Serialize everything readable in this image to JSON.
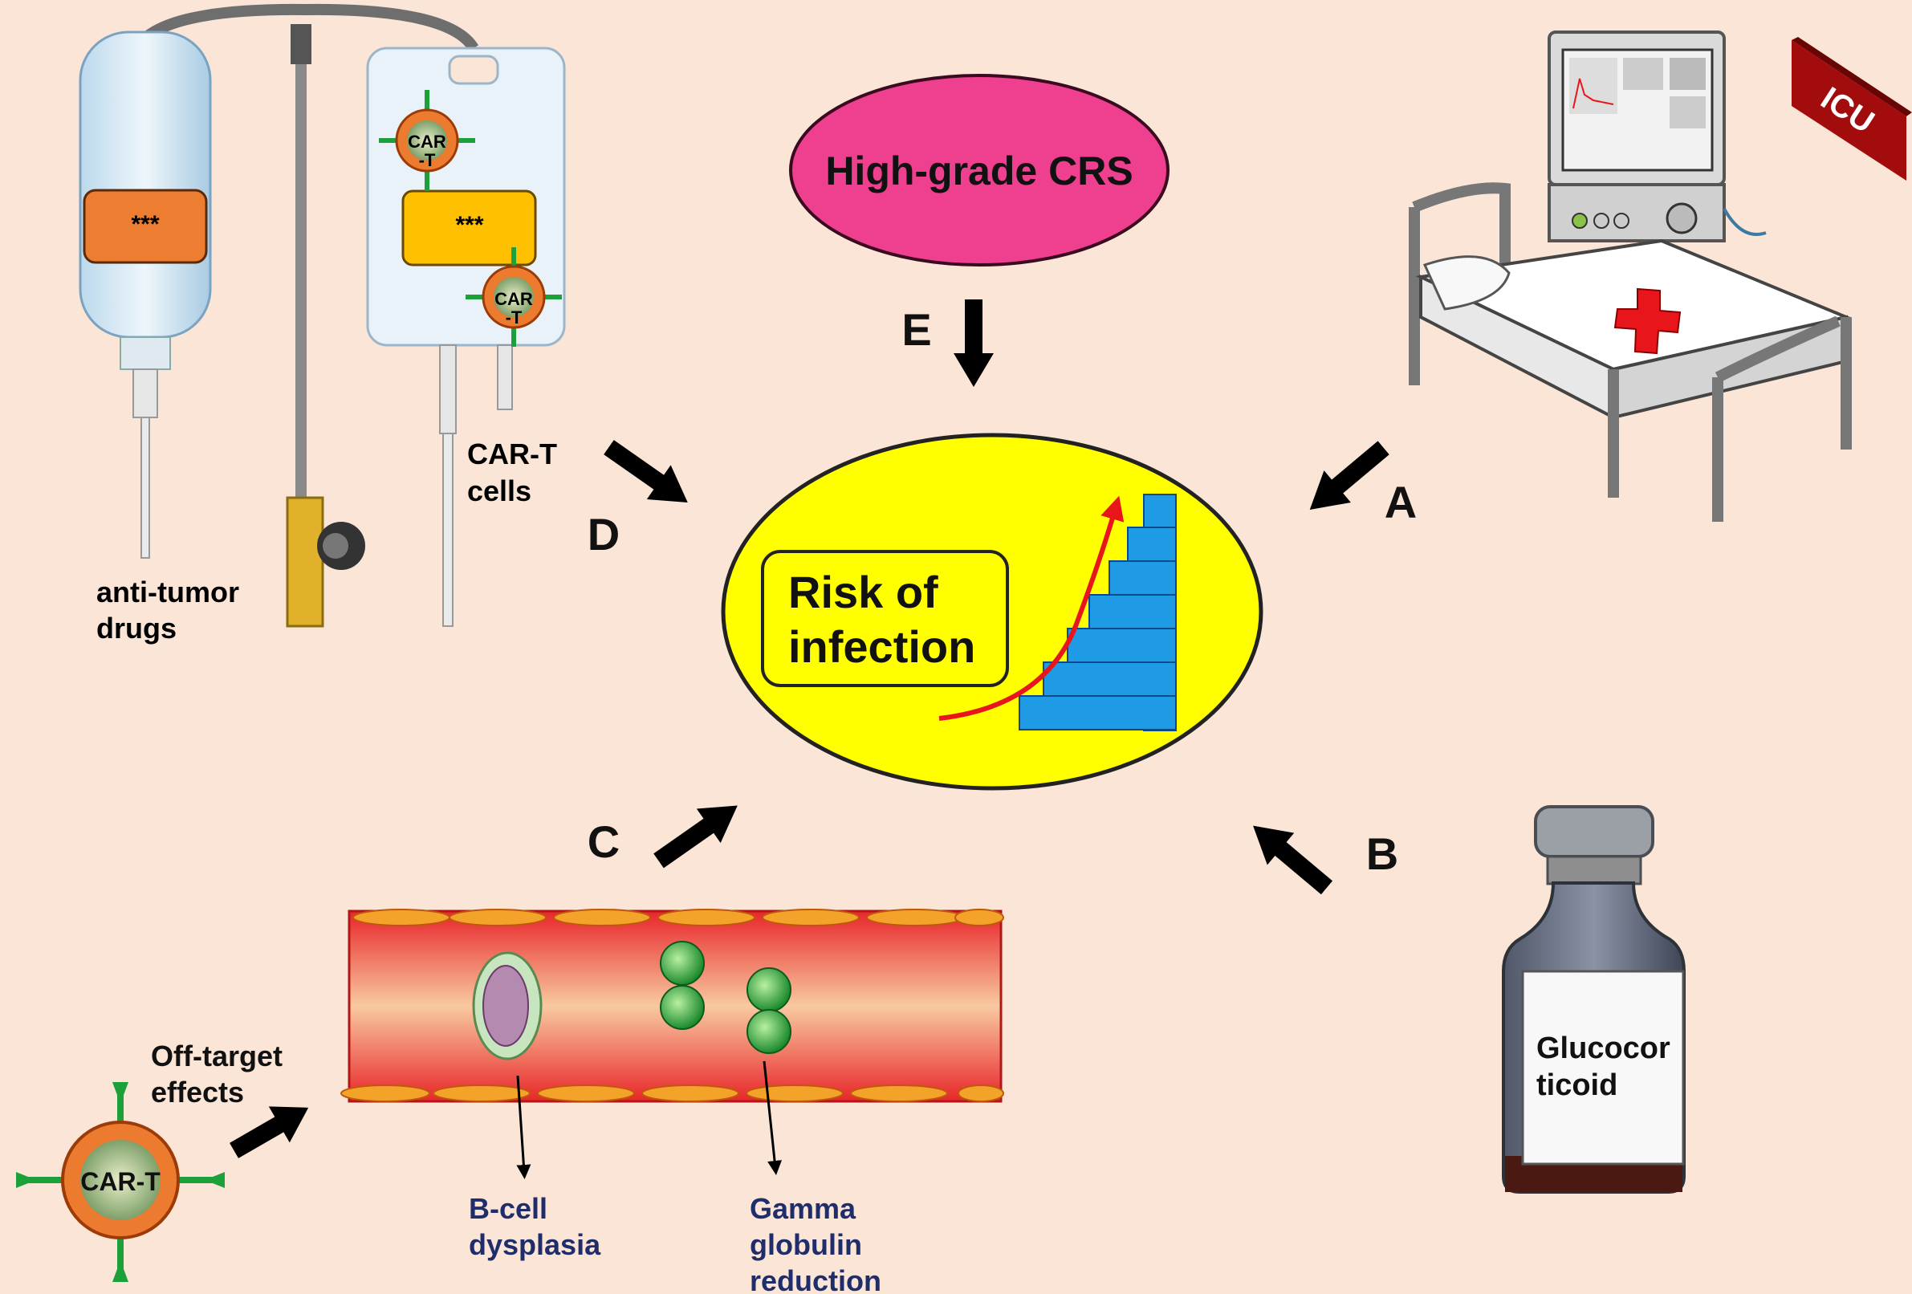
{
  "colors": {
    "background": "#fbe5d6",
    "crs_fill": "#ef3f8f",
    "center_fill": "#ffff00",
    "stairs": "#1e9be4",
    "curve": "#e8161b",
    "label_blue": "#1f2d6b",
    "car_t_orange": "#ec7a2f",
    "label_orange": "#ed7d31",
    "label_yellow": "#ffc000"
  },
  "center": {
    "line1": "Risk of",
    "line2": "infection"
  },
  "crs": {
    "label": "High-grade CRS"
  },
  "arrows": {
    "a": "A",
    "b": "B",
    "c": "C",
    "d": "D",
    "e": "E"
  },
  "iv": {
    "bottle_label": "***",
    "bag_label": "***",
    "drugs_line1": "anti-tumor",
    "drugs_line2": "drugs",
    "cells_line1": "CAR-T",
    "cells_line2": "cells",
    "bag_cell_line1": "CAR",
    "bag_cell_line2": "-T"
  },
  "icu": {
    "sign": "ICU"
  },
  "vial": {
    "line1": "Glucocor",
    "line2": "ticoid"
  },
  "vessel": {
    "offtarget_line1": "Off-target",
    "offtarget_line2": "effects",
    "car_t": "CAR-T",
    "bcell_line1": "B-cell",
    "bcell_line2": "dysplasia",
    "gamma_line1": "Gamma",
    "gamma_line2": "globulin",
    "gamma_line3": "reduction"
  }
}
